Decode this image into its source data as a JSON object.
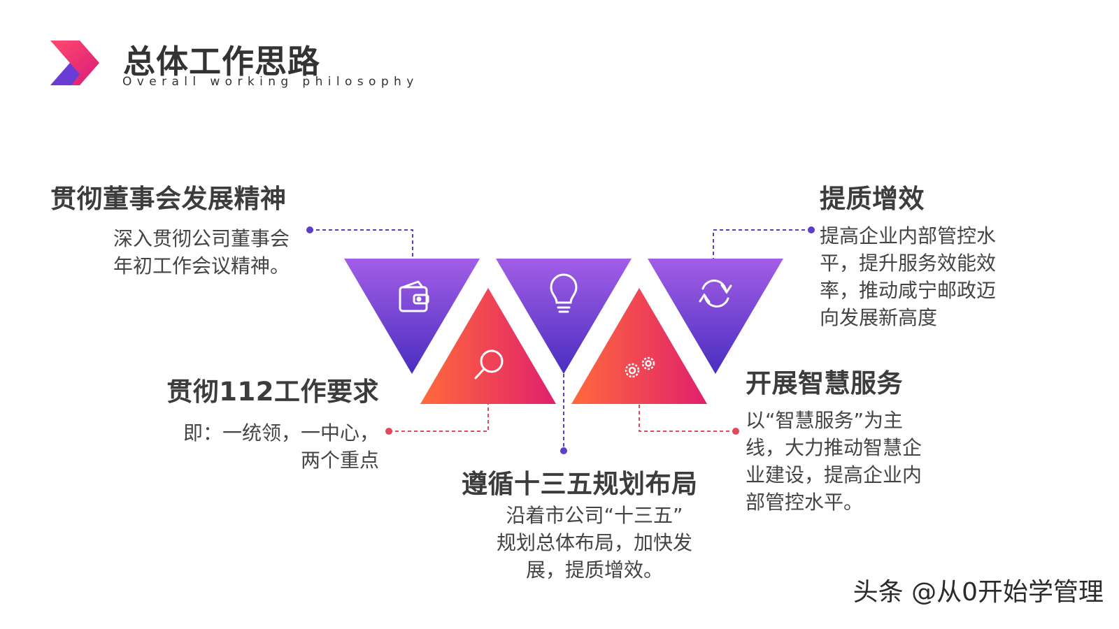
{
  "header": {
    "title": "总体工作思路",
    "subtitle": "Overall working philosophy"
  },
  "items": [
    {
      "heading": "贯彻董事会发展精神",
      "text": "深入贯彻公司董事会\n年初工作会议精神。",
      "icon": "wallet-icon"
    },
    {
      "heading": "贯彻112工作要求",
      "text": "即：一统领，一中心，\n两个重点",
      "icon": "search-icon"
    },
    {
      "heading": "遵循十三五规划布局",
      "text": "沿着市公司“十三五”\n规划总体布局，加快发\n展，提质增效。",
      "icon": "lightbulb-icon"
    },
    {
      "heading": "开展智慧服务",
      "text": "以“智慧服务”为主\n线，大力推动智慧企\n业建设，提高企业内\n部管控水平。",
      "icon": "gears-icon"
    },
    {
      "heading": "提质增效",
      "text": "提高企业内部管控水\n平，提升服务效能效\n率，推动咸宁邮政迈\n向发展新高度",
      "icon": "refresh-icon"
    }
  ],
  "watermark": "头条 @从0开始学管理",
  "colors": {
    "purple_top": "#a25ee6",
    "purple_bottom": "#4a2ec0",
    "orange_left": "#ff6a3c",
    "pink_right": "#e0206c",
    "purple_line": "#5b3fc4",
    "red_line": "#e2485a"
  }
}
